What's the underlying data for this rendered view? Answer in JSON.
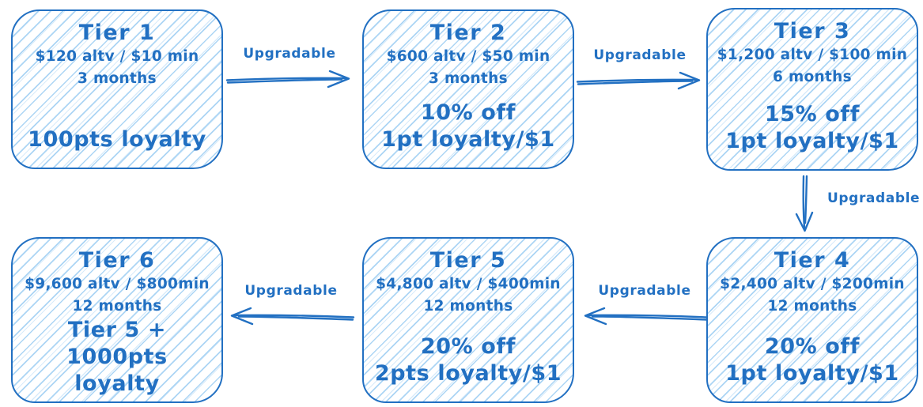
{
  "diagram": {
    "accent_color": "#2270c2",
    "hatch_color": "#a8d3f4",
    "tiers": [
      {
        "title": "Tier 1",
        "details": [
          "$120 altv / $10 min",
          "3 months"
        ],
        "benefits": [
          "100pts loyalty"
        ]
      },
      {
        "title": "Tier 2",
        "details": [
          "$600 altv / $50 min",
          "3 months"
        ],
        "benefits": [
          "10% off",
          "1pt loyalty/$1"
        ]
      },
      {
        "title": "Tier 3",
        "details": [
          "$1,200 altv / $100 min",
          "6 months"
        ],
        "benefits": [
          "15% off",
          "1pt loyalty/$1"
        ]
      },
      {
        "title": "Tier 4",
        "details": [
          "$2,400 altv / $200min",
          "12 months"
        ],
        "benefits": [
          "20% off",
          "1pt loyalty/$1"
        ]
      },
      {
        "title": "Tier 5",
        "details": [
          "$4,800 altv / $400min",
          "12 months"
        ],
        "benefits": [
          "20% off",
          "2pts loyalty/$1"
        ]
      },
      {
        "title": "Tier 6",
        "details": [
          "$9,600 altv / $800min",
          "12 months"
        ],
        "benefits": [
          "Tier 5 +",
          "1000pts loyalty"
        ]
      }
    ],
    "arrows": [
      {
        "label": "Upgradable"
      },
      {
        "label": "Upgradable"
      },
      {
        "label": "Upgradable"
      },
      {
        "label": "Upgradable"
      },
      {
        "label": "Upgradable"
      }
    ]
  }
}
